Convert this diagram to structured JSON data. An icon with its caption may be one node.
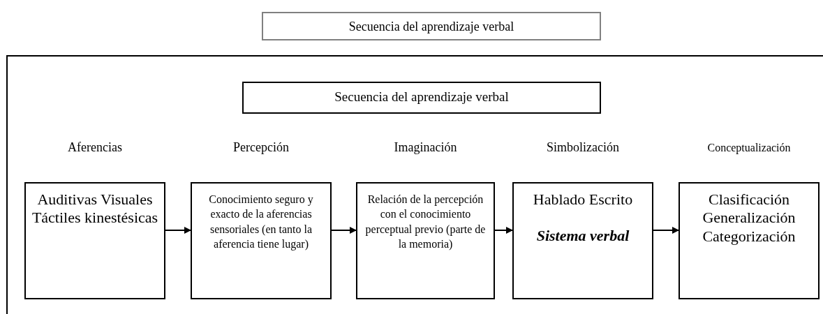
{
  "diagram": {
    "nodes": [
      {
        "text": [
          "Secuencia del aprendizaje verbal"
        ]
      },
      {
        "text": [
          "Secuencia del aprendizaje verbal"
        ]
      },
      {
        "text": [
          "Aferencias",
          "Auditivas Visuales Táctiles kinestésicas"
        ]
      },
      {
        "text": [
          "Percepción",
          "Conocimiento seguro y exacto de la aferencias sensoriales (en tanto la aferencia tiene lugar)"
        ]
      },
      {
        "text": [
          "Imaginación",
          "Relación de la percepción con el conocimiento perceptual previo (parte de la memoria)"
        ]
      },
      {
        "text": [
          "Simbolización",
          "Hablado Escrito",
          "Sistema verbal"
        ]
      },
      {
        "text": [
          "Conceptualización",
          "Clasificación Generalización Categorización"
        ]
      }
    ],
    "edges": [
      {
        "from": 2,
        "to": 3,
        "arrow": "to"
      },
      {
        "from": 3,
        "to": 4,
        "arrow": "to"
      },
      {
        "from": 4,
        "to": 5,
        "arrow": "to"
      },
      {
        "from": 5,
        "to": 6,
        "arrow": "to"
      }
    ]
  }
}
